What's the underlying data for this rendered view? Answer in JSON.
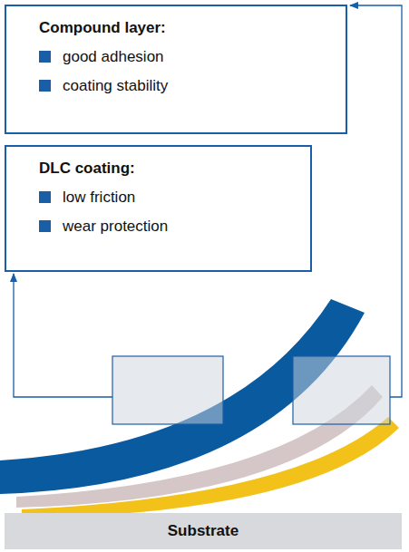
{
  "diagram": {
    "nodes": [
      {
        "text": [
          "Compound layer:",
          "good adhesion",
          "coating stability"
        ]
      },
      {
        "text": [
          "DLC coating:",
          "low friction",
          "wear protection"
        ]
      },
      {
        "text": [
          "Substrate"
        ]
      }
    ]
  }
}
